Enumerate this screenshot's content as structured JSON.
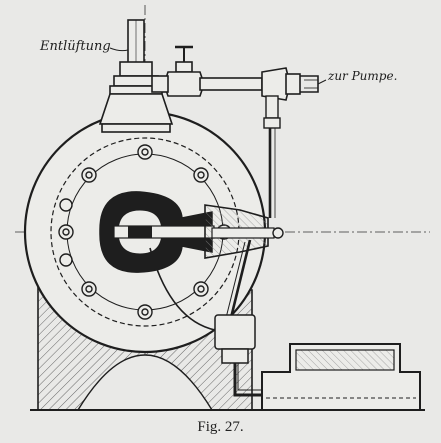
{
  "figure": {
    "caption": "Fig. 27.",
    "labels": {
      "vent": "Entlüftung",
      "pump": "zur Pumpe."
    }
  },
  "colors": {
    "paper": "#e9e9e7",
    "ink": "#1e1e1e",
    "hatch": "#777777"
  }
}
